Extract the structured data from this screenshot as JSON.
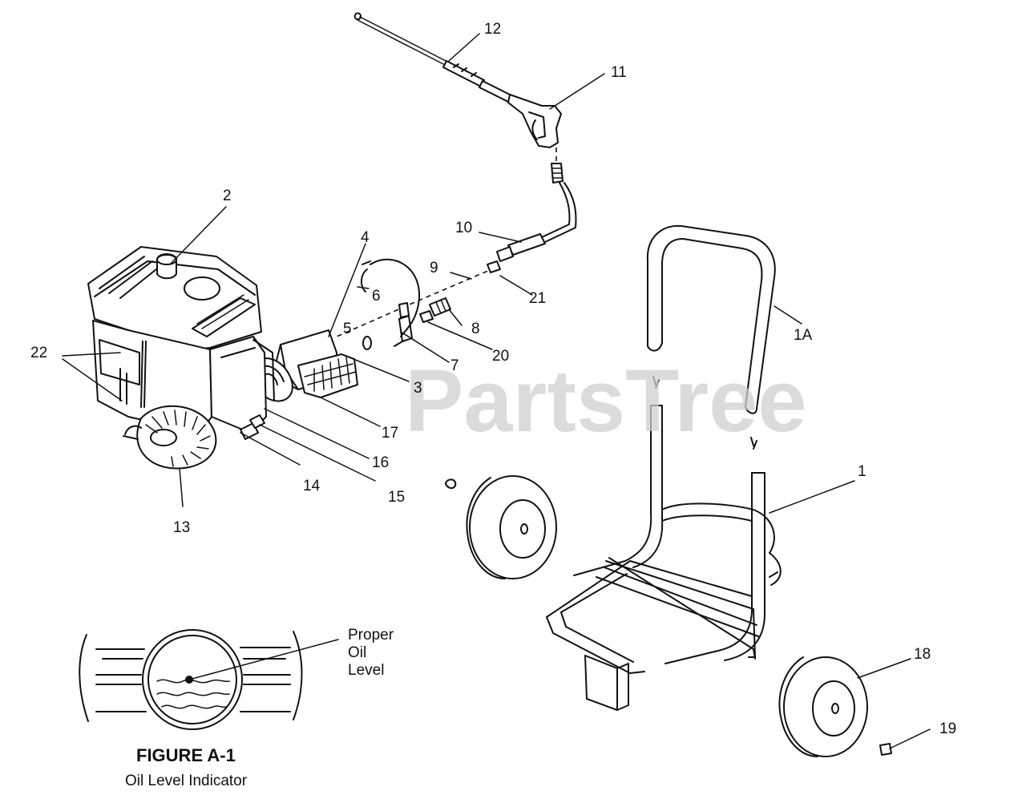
{
  "watermark": "PartsTree",
  "callouts": {
    "c1": "1",
    "c1a": "1A",
    "c2": "2",
    "c3": "3",
    "c4": "4",
    "c5": "5",
    "c6": "6",
    "c7": "7",
    "c8": "8",
    "c9": "9",
    "c10": "10",
    "c11": "11",
    "c12": "12",
    "c13": "13",
    "c14": "14",
    "c15": "15",
    "c16": "16",
    "c17": "17",
    "c18": "18",
    "c19": "19",
    "c20": "20",
    "c21": "21",
    "c22": "22"
  },
  "figure": {
    "title": "FIGURE A-1",
    "subtitle": "Oil Level Indicator",
    "label_line1": "Proper",
    "label_line2": "Oil",
    "label_line3": "Level"
  }
}
